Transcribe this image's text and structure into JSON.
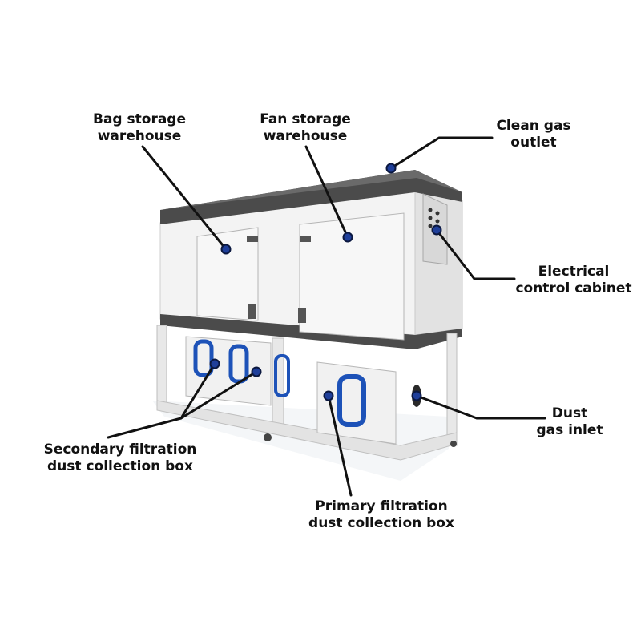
{
  "colors": {
    "leader": "#111111",
    "marker_fill": "#1f3f9a",
    "marker_ring": "#0b1840",
    "cabinet_body": "#f2f2f2",
    "frame_dark": "#4a4a4a",
    "window_blue": "#1d52b8"
  },
  "labels": {
    "bag_storage": [
      "Bag storage",
      "warehouse"
    ],
    "fan_storage": [
      "Fan storage",
      "warehouse"
    ],
    "clean_gas": [
      "Clean gas",
      "outlet"
    ],
    "electrical": [
      "Electrical",
      "control cabinet"
    ],
    "dust_inlet": [
      "Dust",
      "gas inlet"
    ],
    "secondary": [
      "Secondary filtration",
      "dust collection box"
    ],
    "primary": [
      "Primary filtration",
      "dust collection box"
    ]
  }
}
